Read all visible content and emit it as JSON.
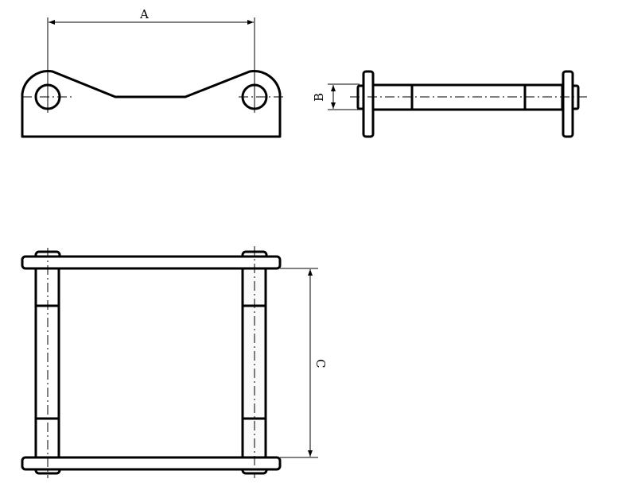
{
  "dimensions": {
    "a_label": "A",
    "b_label": "B",
    "c_label": "C"
  },
  "views": [
    "front-view",
    "side-view",
    "top-view"
  ],
  "colors": {
    "line": "#000000",
    "background": "#ffffff"
  }
}
